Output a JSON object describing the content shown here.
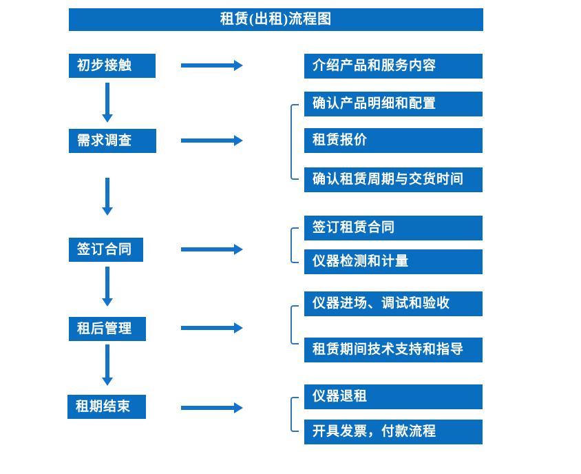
{
  "title": "租赁(出租)流程图",
  "colors": {
    "box_fill": "#0a6ec0",
    "arrow_fill": "#1474cc",
    "bracket_stroke": "#2e75b6",
    "text": "#ffffff",
    "background": "#ffffff"
  },
  "steps": [
    {
      "label": "初步接触",
      "details": [
        "介绍产品和服务内容"
      ]
    },
    {
      "label": "需求调查",
      "details": [
        "确认产品明细和配置",
        "租赁报价",
        "确认租赁周期与交货时间"
      ]
    },
    {
      "label": "签订合同",
      "details": [
        "签订租赁合同",
        "仪器检测和计量"
      ]
    },
    {
      "label": "租后管理",
      "details": [
        "仪器进场、调试和验收",
        "租赁期间技术支持和指导"
      ]
    },
    {
      "label": "租期结束",
      "details": [
        "仪器退租",
        "开具发票，付款流程"
      ]
    }
  ]
}
